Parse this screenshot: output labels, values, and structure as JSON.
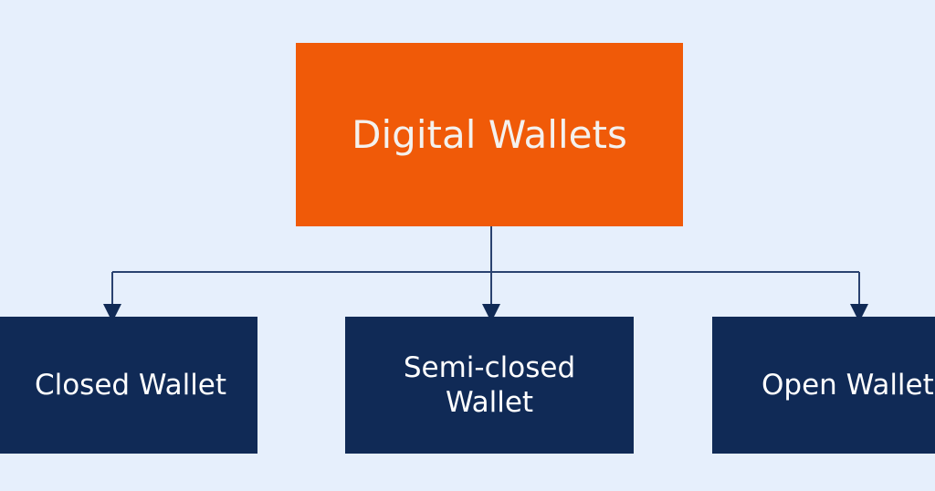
{
  "diagram": {
    "root": {
      "label": "Digital Wallets"
    },
    "children": [
      {
        "label": "Closed Wallet"
      },
      {
        "label": "Semi-closed Wallet"
      },
      {
        "label": "Open Wallet"
      }
    ]
  },
  "colors": {
    "background": "#e6effc",
    "root_fill": "#f05a08",
    "child_fill": "#102a56",
    "connector": "#102a56"
  }
}
